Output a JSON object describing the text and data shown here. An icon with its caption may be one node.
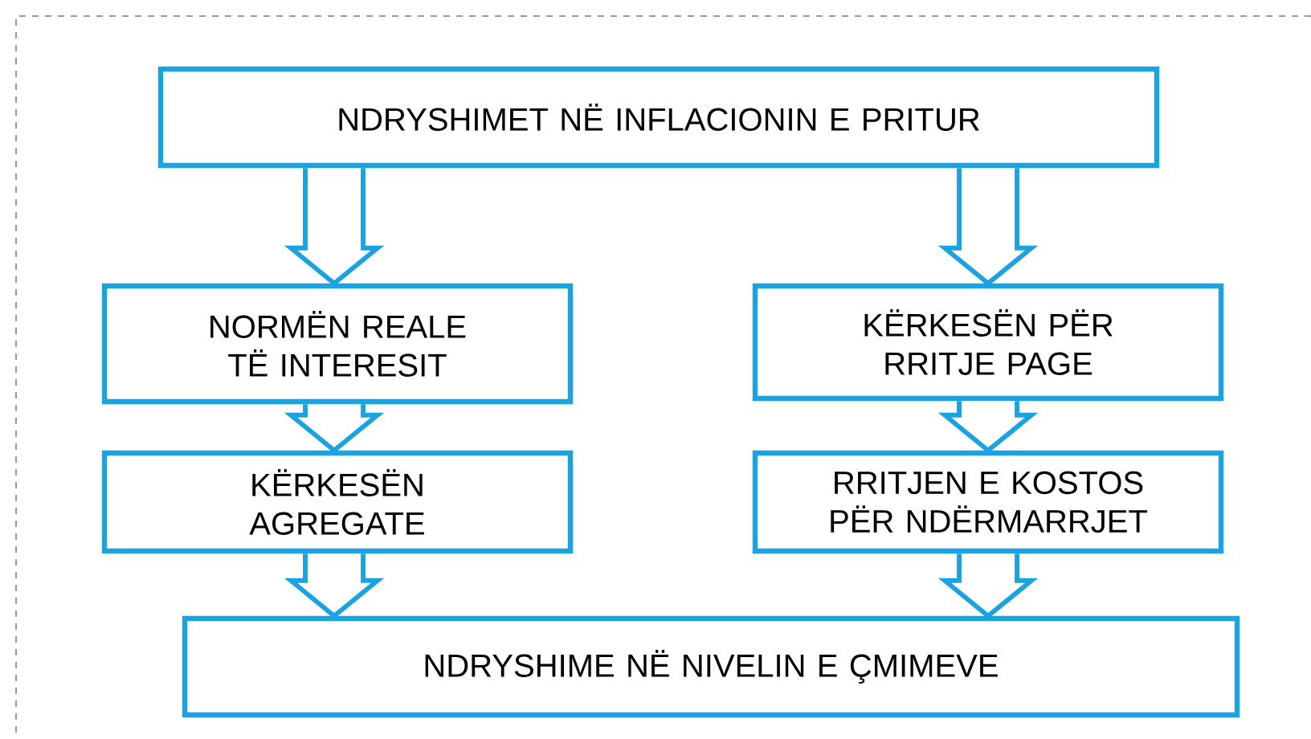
{
  "diagram": {
    "nodes": [
      {
        "text": [
          "NDRYSHIMET NË INFLACIONIN E PRITUR"
        ]
      },
      {
        "text": [
          "NORMËN REALE TË INTERESIT"
        ]
      },
      {
        "text": [
          "KËRKESËN PËR RRITJE PAGE"
        ]
      },
      {
        "text": [
          "KËRKESËN AGREGATE"
        ]
      },
      {
        "text": [
          "RRITJEN E KOSTOS PËR NDËRMARRJET"
        ]
      },
      {
        "text": [
          "NDRYSHIME NË NIVELIN E ÇMIMEVE"
        ]
      }
    ],
    "edges": [
      {
        "from": 0,
        "to": 1,
        "arrow": "to"
      },
      {
        "from": 0,
        "to": 2,
        "arrow": "to"
      },
      {
        "from": 1,
        "to": 3,
        "arrow": "to"
      },
      {
        "from": 2,
        "to": 4,
        "arrow": "to"
      },
      {
        "from": 3,
        "to": 5,
        "arrow": "to"
      },
      {
        "from": 4,
        "to": 5,
        "arrow": "to"
      }
    ]
  }
}
